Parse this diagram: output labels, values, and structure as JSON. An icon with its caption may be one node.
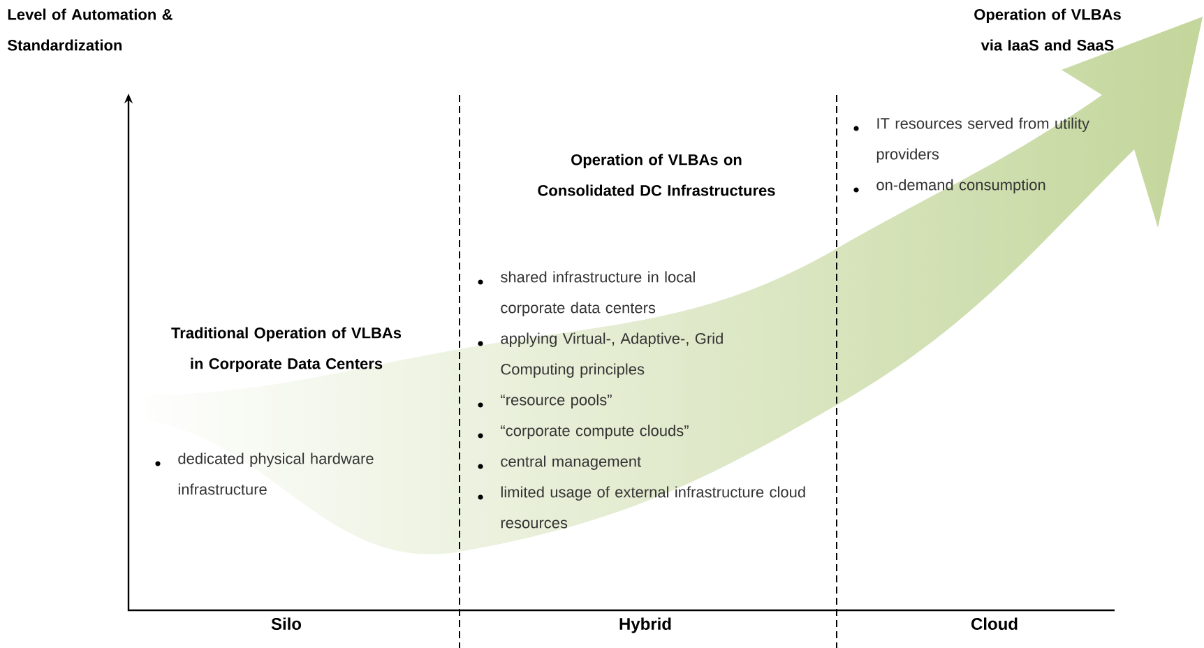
{
  "diagram": {
    "labels": [
      "Level of Automation & Standardization",
      "Operation of VLBAs via IaaS and SaaS",
      "IT resources served from utility providers",
      "on-demand consumption",
      "Operation of VLBAs on Consolidated DC Infrastructures",
      "shared infrastructure in local corporate data centers",
      "applying Virtual-, Adaptive-, Grid Computing principles",
      "“resource pools”",
      "“corporate compute clouds”",
      "central management",
      "limited usage of external infrastructure cloud resources",
      "Traditional Operation of VLBAs in Corporate Data Centers",
      "dedicated physical hardware infrastructure",
      "Silo",
      "Hybrid",
      "Cloud"
    ]
  }
}
